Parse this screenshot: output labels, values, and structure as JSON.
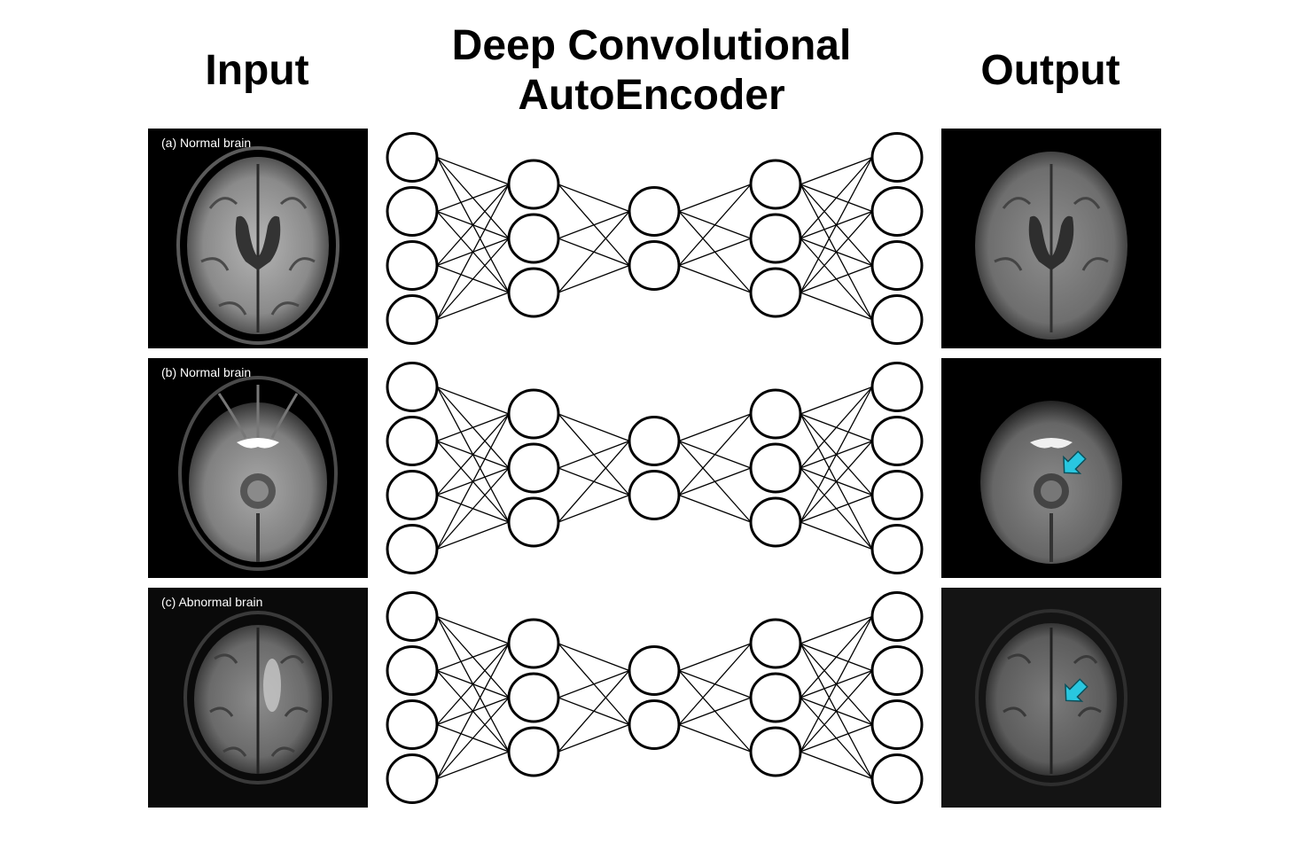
{
  "headings": {
    "input": "Input",
    "network_line1": "Deep Convolutional",
    "network_line2": "AutoEncoder",
    "output": "Output"
  },
  "rows": [
    {
      "label": "(a) Normal brain",
      "slice": "ventricle-level axial brain MRI",
      "lesion_marker": false
    },
    {
      "label": "(b) Normal brain",
      "slice": "midbrain-level axial brain MRI",
      "lesion_marker": true
    },
    {
      "label": "(c) Abnormal brain",
      "slice": "upper axial brain MRI",
      "lesion_marker": true
    }
  ],
  "network": {
    "layer_sizes": [
      4,
      3,
      2,
      3,
      4
    ],
    "node_fill": "#ffffff",
    "edge_color": "#000000"
  },
  "colors": {
    "arrow": "#29c7e0",
    "panel_bg": "#000000"
  }
}
